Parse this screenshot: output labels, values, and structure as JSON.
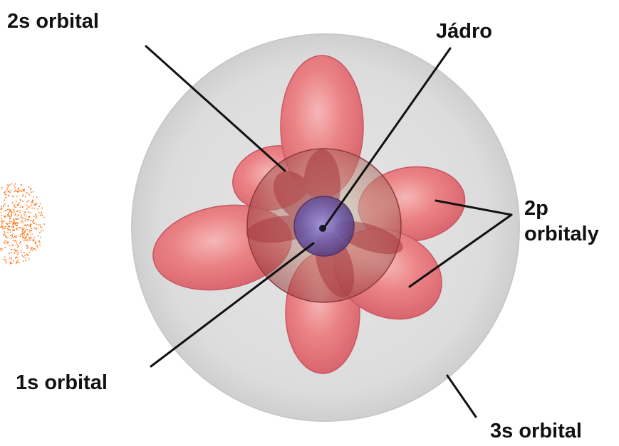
{
  "labels": {
    "orbital_2s": "2s orbital",
    "nucleus": "Jádro",
    "orbitals_2p_line1": "2p",
    "orbitals_2p_line2": "orbitaly",
    "orbital_1s": "1s orbital",
    "orbital_3s": "3s orbital"
  },
  "colors": {
    "lobe_fill": "#e86a6e",
    "lobe_edge": "#c84a55",
    "sphere_3s": "#dcdcdc",
    "sphere_2s_center": "#d7e0c8",
    "nucleus_1s": "#6e5aa8",
    "leader_line": "#111111",
    "electron_cloud": "#ff7a22"
  }
}
